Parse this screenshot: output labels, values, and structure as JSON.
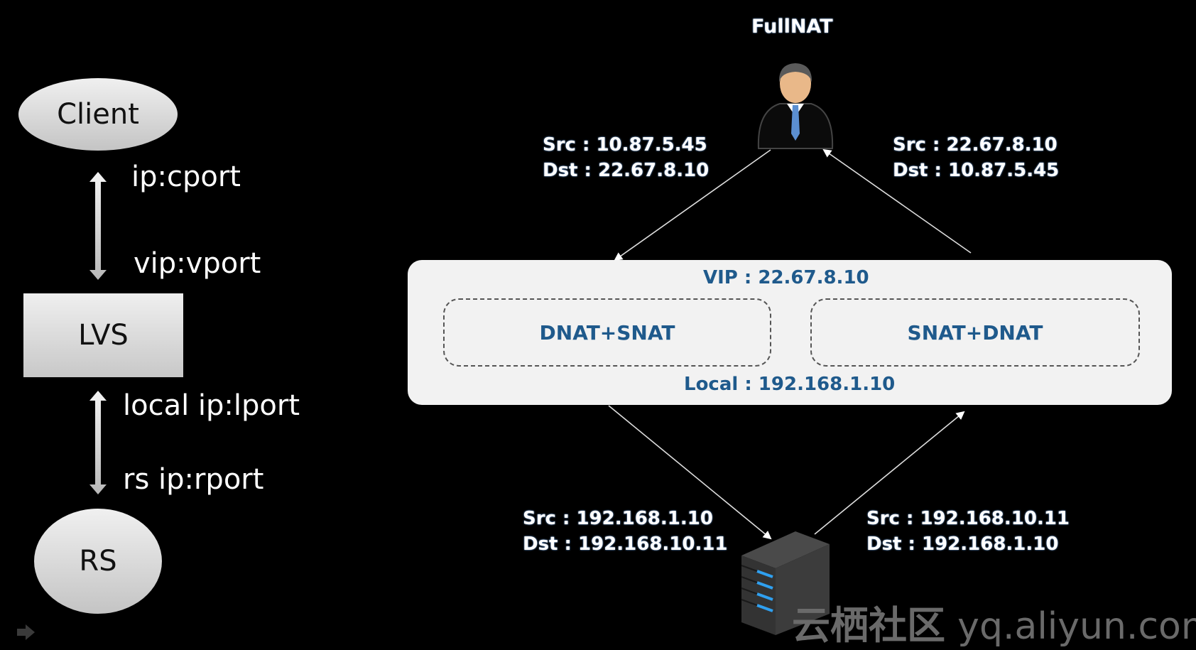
{
  "title": "FullNAT",
  "left_flow": {
    "client_label": "Client",
    "lvs_label": "LVS",
    "rs_label": "RS",
    "client_side_top": "ip:cport",
    "client_side_bottom": "vip:vport",
    "rs_side_top": "local ip:lport",
    "rs_side_bottom": "rs ip:rport"
  },
  "packets": {
    "client_to_lvs": {
      "src": "Src : 10.87.5.45",
      "dst": "Dst : 22.67.8.10"
    },
    "lvs_to_client": {
      "src": "Src : 22.67.8.10",
      "dst": "Dst : 10.87.5.45"
    },
    "lvs_to_rs": {
      "src": "Src : 192.168.1.10",
      "dst": "Dst : 192.168.10.11"
    },
    "rs_to_lvs": {
      "src": "Src : 192.168.10.11",
      "dst": "Dst : 192.168.1.10"
    }
  },
  "lvs_box": {
    "vip": "VIP : 22.67.8.10",
    "local": "Local : 192.168.1.10",
    "inbound_module": "DNAT+SNAT",
    "outbound_module": "SNAT+DNAT"
  },
  "icons": {
    "user": "user-icon",
    "server": "server-icon",
    "nav": "next-arrow-icon"
  },
  "colors": {
    "background": "#000000",
    "accent_blue": "#1f5a8c",
    "box_fill": "#f2f2f2"
  },
  "watermark": {
    "cn": "云栖社区",
    "url": "yq.aliyun.com"
  }
}
